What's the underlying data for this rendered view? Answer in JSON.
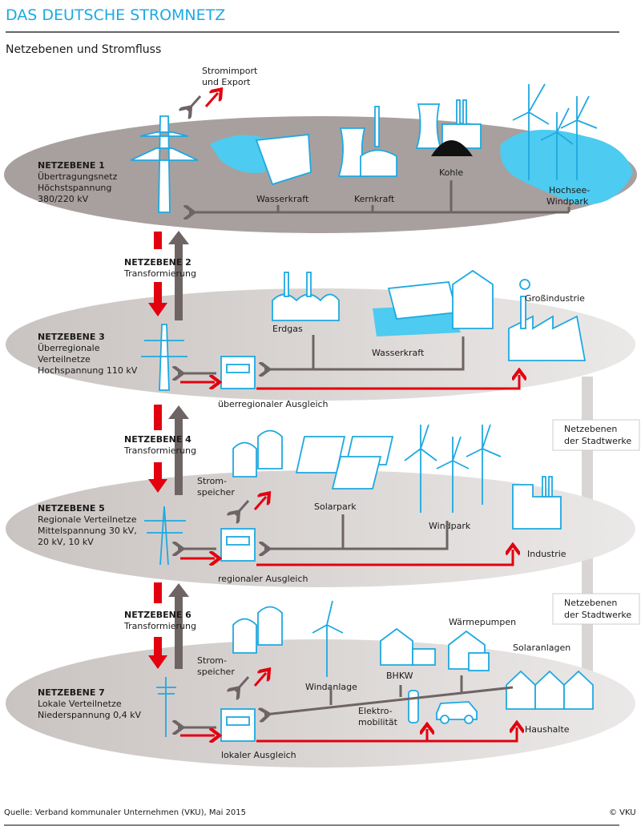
{
  "header": {
    "title": "DAS DEUTSCHE STROMNETZ",
    "subtitle": "Netzebenen und Stromfluss"
  },
  "import_export": [
    "Stromimport",
    "und Export"
  ],
  "levels": [
    {
      "name": "NETZEBENE 1",
      "lines": [
        "Übertragungsnetz",
        "Höchstspannung",
        "380/220 kV"
      ]
    },
    {
      "name": "NETZEBENE 2",
      "lines": [
        "Transformierung"
      ]
    },
    {
      "name": "NETZEBENE 3",
      "lines": [
        "Überregionale",
        "Verteilnetze",
        "Hochspannung 110 kV"
      ]
    },
    {
      "name": "NETZEBENE 4",
      "lines": [
        "Transformierung"
      ]
    },
    {
      "name": "NETZEBENE 5",
      "lines": [
        "Regionale Verteilnetze",
        "Mittelspannung 30 kV,",
        "20 kV, 10 kV"
      ]
    },
    {
      "name": "NETZEBENE 6",
      "lines": [
        "Transformierung"
      ]
    },
    {
      "name": "NETZEBENE 7",
      "lines": [
        "Lokale Verteilnetze",
        "Niederspannung 0,4 kV"
      ]
    }
  ],
  "level1_sources": {
    "wasserkraft": "Wasserkraft",
    "kernkraft": "Kernkraft",
    "kohle": "Kohle",
    "windpark": [
      "Hochsee-",
      "Windpark"
    ]
  },
  "level3": {
    "erdgas": "Erdgas",
    "wasserkraft": "Wasserkraft",
    "industrie": "Großindustrie",
    "ausgleich": "überregionaler Ausgleich"
  },
  "stadtwerke": [
    "Netzebenen",
    "der Stadtwerke"
  ],
  "level5": {
    "speicher": [
      "Strom-",
      "speicher"
    ],
    "solarpark": "Solarpark",
    "windpark": "Windpark",
    "industrie": "Industrie",
    "ausgleich": "regionaler Ausgleich"
  },
  "level7": {
    "speicher": [
      "Strom-",
      "speicher"
    ],
    "windanlage": "Windanlage",
    "waermepumpen": "Wärmepumpen",
    "solaranlagen": "Solaranlagen",
    "bhkw": "BHKW",
    "emobil": [
      "Elektro-",
      "mobilität"
    ],
    "haushalte": "Haushalte",
    "ausgleich": "lokaler Ausgleich"
  },
  "footer": {
    "source": "Quelle: Verband kommunaler Unternehmen (VKU), Mai 2015",
    "copyright": "© VKU"
  },
  "colors": {
    "accent": "#1ea9e1",
    "flow_red": "#e3000f",
    "flow_grey": "#6d6463"
  }
}
